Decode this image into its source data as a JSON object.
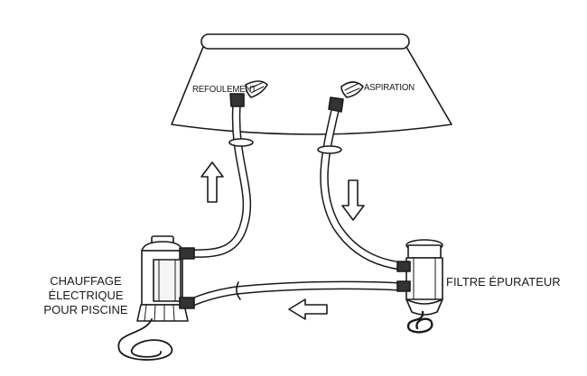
{
  "labels": {
    "outlet": "REFOULEMENT",
    "inlet": "ASPIRATION",
    "heater": [
      "CHAUFFAGE",
      "ÉLECTRIQUE",
      "POUR PISCINE"
    ],
    "filter": "FILTRE ÉPURATEUR"
  },
  "colors": {
    "line": "#1a1a1a",
    "fill": "#ffffff",
    "accent": "#e6e6e6"
  }
}
